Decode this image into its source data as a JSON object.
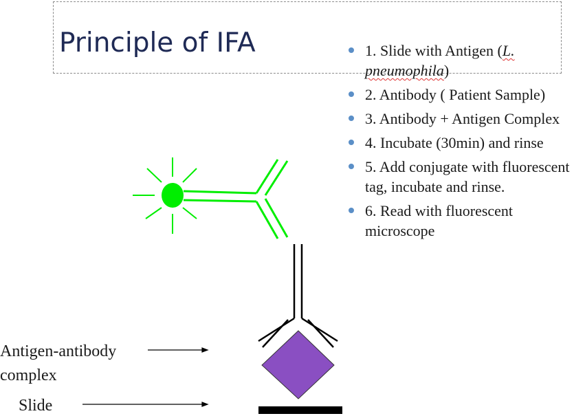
{
  "slide": {
    "title": "Principle of IFA",
    "bullets": [
      {
        "prefix": "1. Slide with Antigen (",
        "italic": "L. pneumophila",
        "suffix": ")"
      },
      {
        "text": " 2. Antibody ( Patient Sample)"
      },
      {
        "text": " 3. Antibody + Antigen Complex"
      },
      {
        "text": " 4. Incubate (30min) and rinse"
      },
      {
        "text": "5. Add conjugate with fluorescent tag, incubate and rinse."
      },
      {
        "text": " 6. Read with fluorescent microscope"
      }
    ]
  },
  "diagram": {
    "label_complex_line1": "Antigen-antibody",
    "label_complex_line2": "complex",
    "label_slide": "Slide",
    "colors": {
      "fluorescent": "#00ee00",
      "antigen": "#8a4fc2",
      "slide": "#000000",
      "bullet": "#5b8fc7",
      "title": "#1f2a55"
    }
  }
}
